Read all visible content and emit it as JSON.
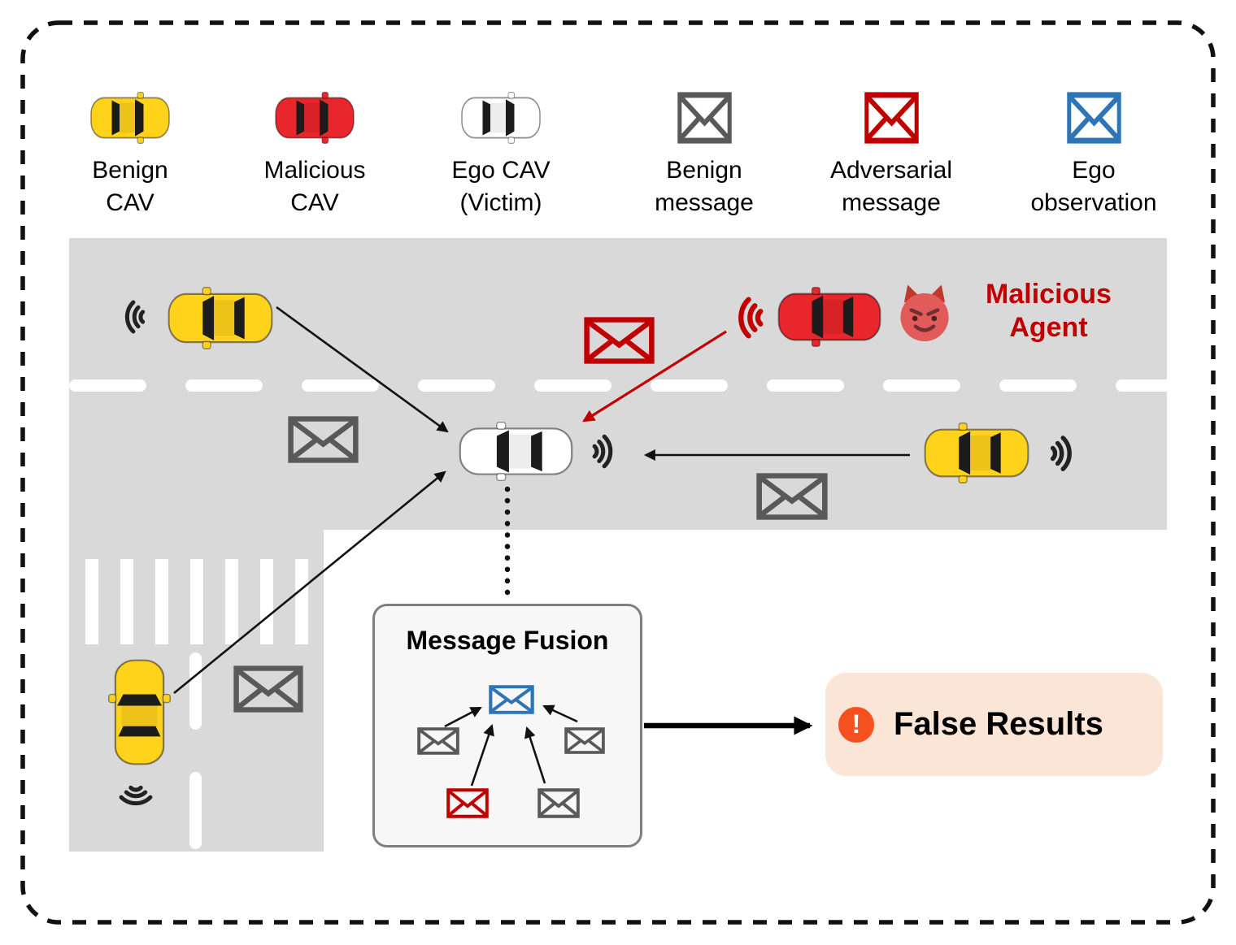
{
  "legend": {
    "items": [
      {
        "id": "benign-cav",
        "type": "car",
        "label": "Benign\nCAV",
        "color": "#ffd21c"
      },
      {
        "id": "malicious-cav",
        "type": "car",
        "label": "Malicious\nCAV",
        "color": "#e8262b"
      },
      {
        "id": "ego-cav",
        "type": "car",
        "label": "Ego CAV\n(Victim)",
        "color": "#ffffff"
      },
      {
        "id": "benign-message",
        "type": "envelope",
        "label": "Benign\nmessage",
        "color": "#595959"
      },
      {
        "id": "adversarial-message",
        "type": "envelope",
        "label": "Adversarial\nmessage",
        "color": "#c00000"
      },
      {
        "id": "ego-observation",
        "type": "envelope",
        "label": "Ego\nobservation",
        "color": "#2e75b6"
      }
    ]
  },
  "scene": {
    "malicious_agent_label": "Malicious\nAgent",
    "cars": [
      {
        "id": "benign-cav-top-left",
        "color": "#ffd21c",
        "heading": "left"
      },
      {
        "id": "malicious-cav",
        "color": "#e8262b",
        "heading": "left"
      },
      {
        "id": "ego-cav",
        "color": "#ffffff",
        "heading": "left"
      },
      {
        "id": "benign-cav-right",
        "color": "#ffd21c",
        "heading": "left"
      },
      {
        "id": "benign-cav-bottom-left",
        "color": "#ffd21c",
        "heading": "up"
      }
    ],
    "messages": [
      {
        "id": "benign-message-left",
        "color": "#595959"
      },
      {
        "id": "adversarial-message",
        "color": "#c00000"
      },
      {
        "id": "benign-message-right",
        "color": "#595959"
      },
      {
        "id": "benign-message-bottom",
        "color": "#595959"
      }
    ]
  },
  "fusion": {
    "title": "Message Fusion",
    "envelopes": [
      {
        "id": "ego-observation",
        "color": "#2e75b6"
      },
      {
        "id": "benign-1",
        "color": "#595959"
      },
      {
        "id": "benign-2",
        "color": "#595959"
      },
      {
        "id": "adversarial",
        "color": "#c00000"
      },
      {
        "id": "benign-3",
        "color": "#595959"
      }
    ]
  },
  "result": {
    "label": "False Results",
    "icon_glyph": "!"
  },
  "colors": {
    "road": "#d9d9d9",
    "benign_car": "#ffd21c",
    "malicious_car": "#e8262b",
    "ego_car": "#ffffff",
    "benign_message": "#595959",
    "adversarial_message": "#c00000",
    "ego_observation": "#2e75b6",
    "malicious_text": "#c00000",
    "result_background": "#fbe5d6",
    "alert_badge": "#f4511e"
  }
}
